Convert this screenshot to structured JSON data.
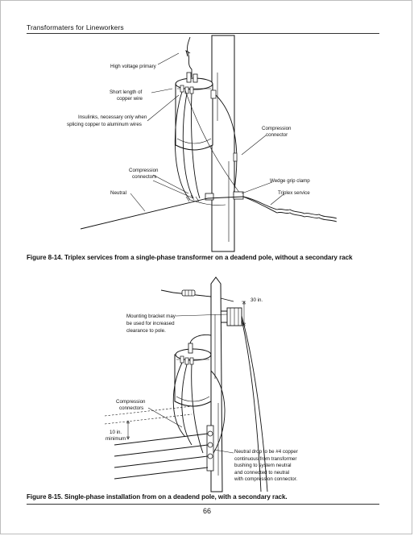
{
  "header": {
    "running_title": "Transformaters for Lineworkers"
  },
  "figure_14": {
    "labels": {
      "high_voltage_primary": "High voltage primary",
      "short_length_line1": "Short length of",
      "short_length_line2": "copper wire",
      "insulinks_line1": "Insulinks, necessary only when",
      "insulinks_line2": "splicing copper to aluminum wires",
      "compression_connector_line1": "Compression",
      "compression_connector_line2": "connector",
      "compression_connectors_line1": "Compression",
      "compression_connectors_line2": "connectors",
      "wedge_grip_clamp": "Wedge grip clamp",
      "neutral": "Neutral",
      "triplex_service": "Triplex service"
    },
    "caption": "Figure 8-14. Triplex services from a single-phase transformer on a deadend pole, without a secondary rack"
  },
  "figure_15": {
    "labels": {
      "dimension_30_in": "30 in.",
      "mounting_line1": "Mounting bracket may",
      "mounting_line2": "be used for increased",
      "mounting_line3": "clearance to pole.",
      "compression_line1": "Compression",
      "compression_line2": "connectors",
      "dimension_10_line1": "10 in.",
      "dimension_10_line2": "minimum",
      "neutral_drop_line1": "Neutral drop to be #4 copper",
      "neutral_drop_line2": "continuous from transformer",
      "neutral_drop_line3": "bushing to system neutral",
      "neutral_drop_line4": "and connected to neutral",
      "neutral_drop_line5": "with compression connector."
    },
    "caption": "Figure 8-15. Single-phase installation from on a deadend pole, with a secondary rack."
  },
  "footer": {
    "page_number": "66"
  },
  "colors": {
    "ink": "#111111",
    "page_border": "#bdbdbd",
    "background": "#ffffff"
  }
}
